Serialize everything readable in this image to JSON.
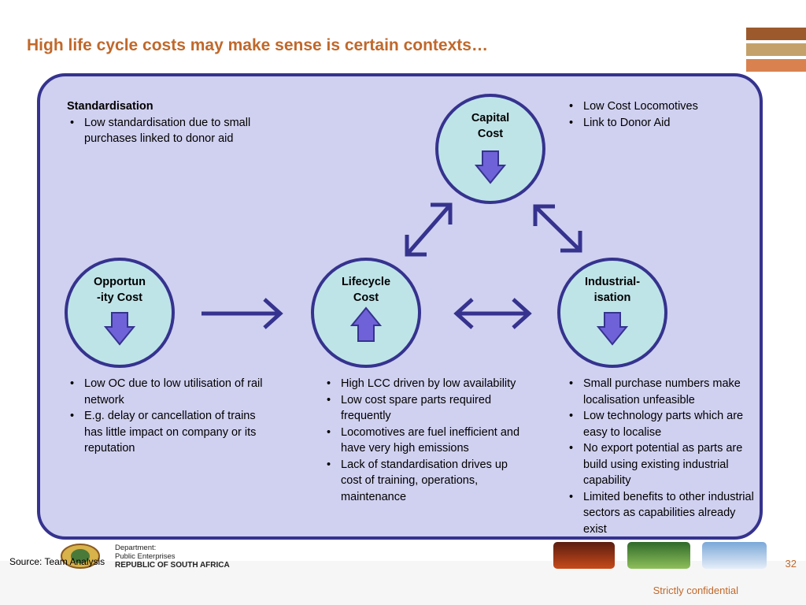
{
  "title": "High life cycle costs may make sense is certain contexts…",
  "colors": {
    "title": "#c0682b",
    "stripe1": "#9c5a2c",
    "stripe2": "#c4a16a",
    "stripe3": "#d9824f",
    "panel_bg": "#d0d0f0",
    "panel_border": "#35338e",
    "circle_fill": "#bfe4e8",
    "arrow": "#35338e",
    "down_arrow": "#6f62d8"
  },
  "top_left": {
    "heading": "Standardisation",
    "bullets": [
      "Low standardisation due to small purchases linked to donor aid"
    ]
  },
  "top_right": {
    "bullets": [
      "Low Cost Locomotives",
      "Link to Donor Aid"
    ]
  },
  "circles": {
    "capital": {
      "line1": "Capital",
      "line2": "Cost",
      "icon": "down-arrow-icon"
    },
    "opportunity": {
      "line1": "Opportun",
      "line2": "-ity Cost",
      "icon": "down-arrow-icon"
    },
    "lifecycle": {
      "line1": "Lifecycle",
      "line2": "Cost",
      "icon": "up-arrow-icon"
    },
    "industrial": {
      "line1": "Industrial-",
      "line2": "isation",
      "icon": "down-arrow-icon"
    }
  },
  "bottom_left": {
    "bullets": [
      "Low OC due to low utilisation of rail network",
      "E.g. delay or cancellation of trains has little impact on company or its reputation"
    ]
  },
  "bottom_middle": {
    "bullets": [
      "High LCC driven by low availability",
      "Low cost spare parts required frequently",
      "Locomotives are fuel inefficient and have very high emissions",
      "Lack of standardisation drives up cost of training, operations, maintenance"
    ]
  },
  "bottom_right": {
    "bullets": [
      "Small purchase numbers make localisation unfeasible",
      "Low technology parts which are easy to localise",
      "No export potential as parts are build using existing industrial capability",
      "Limited benefits to other industrial sectors as capabilities already exist"
    ]
  },
  "footer": {
    "source": "Source: Team Analysis",
    "dept_line1": "Department:",
    "dept_line2": "Public Enterprises",
    "dept_line3": "REPUBLIC OF SOUTH AFRICA",
    "page_number": "32",
    "confidential": "Strictly confidential"
  }
}
